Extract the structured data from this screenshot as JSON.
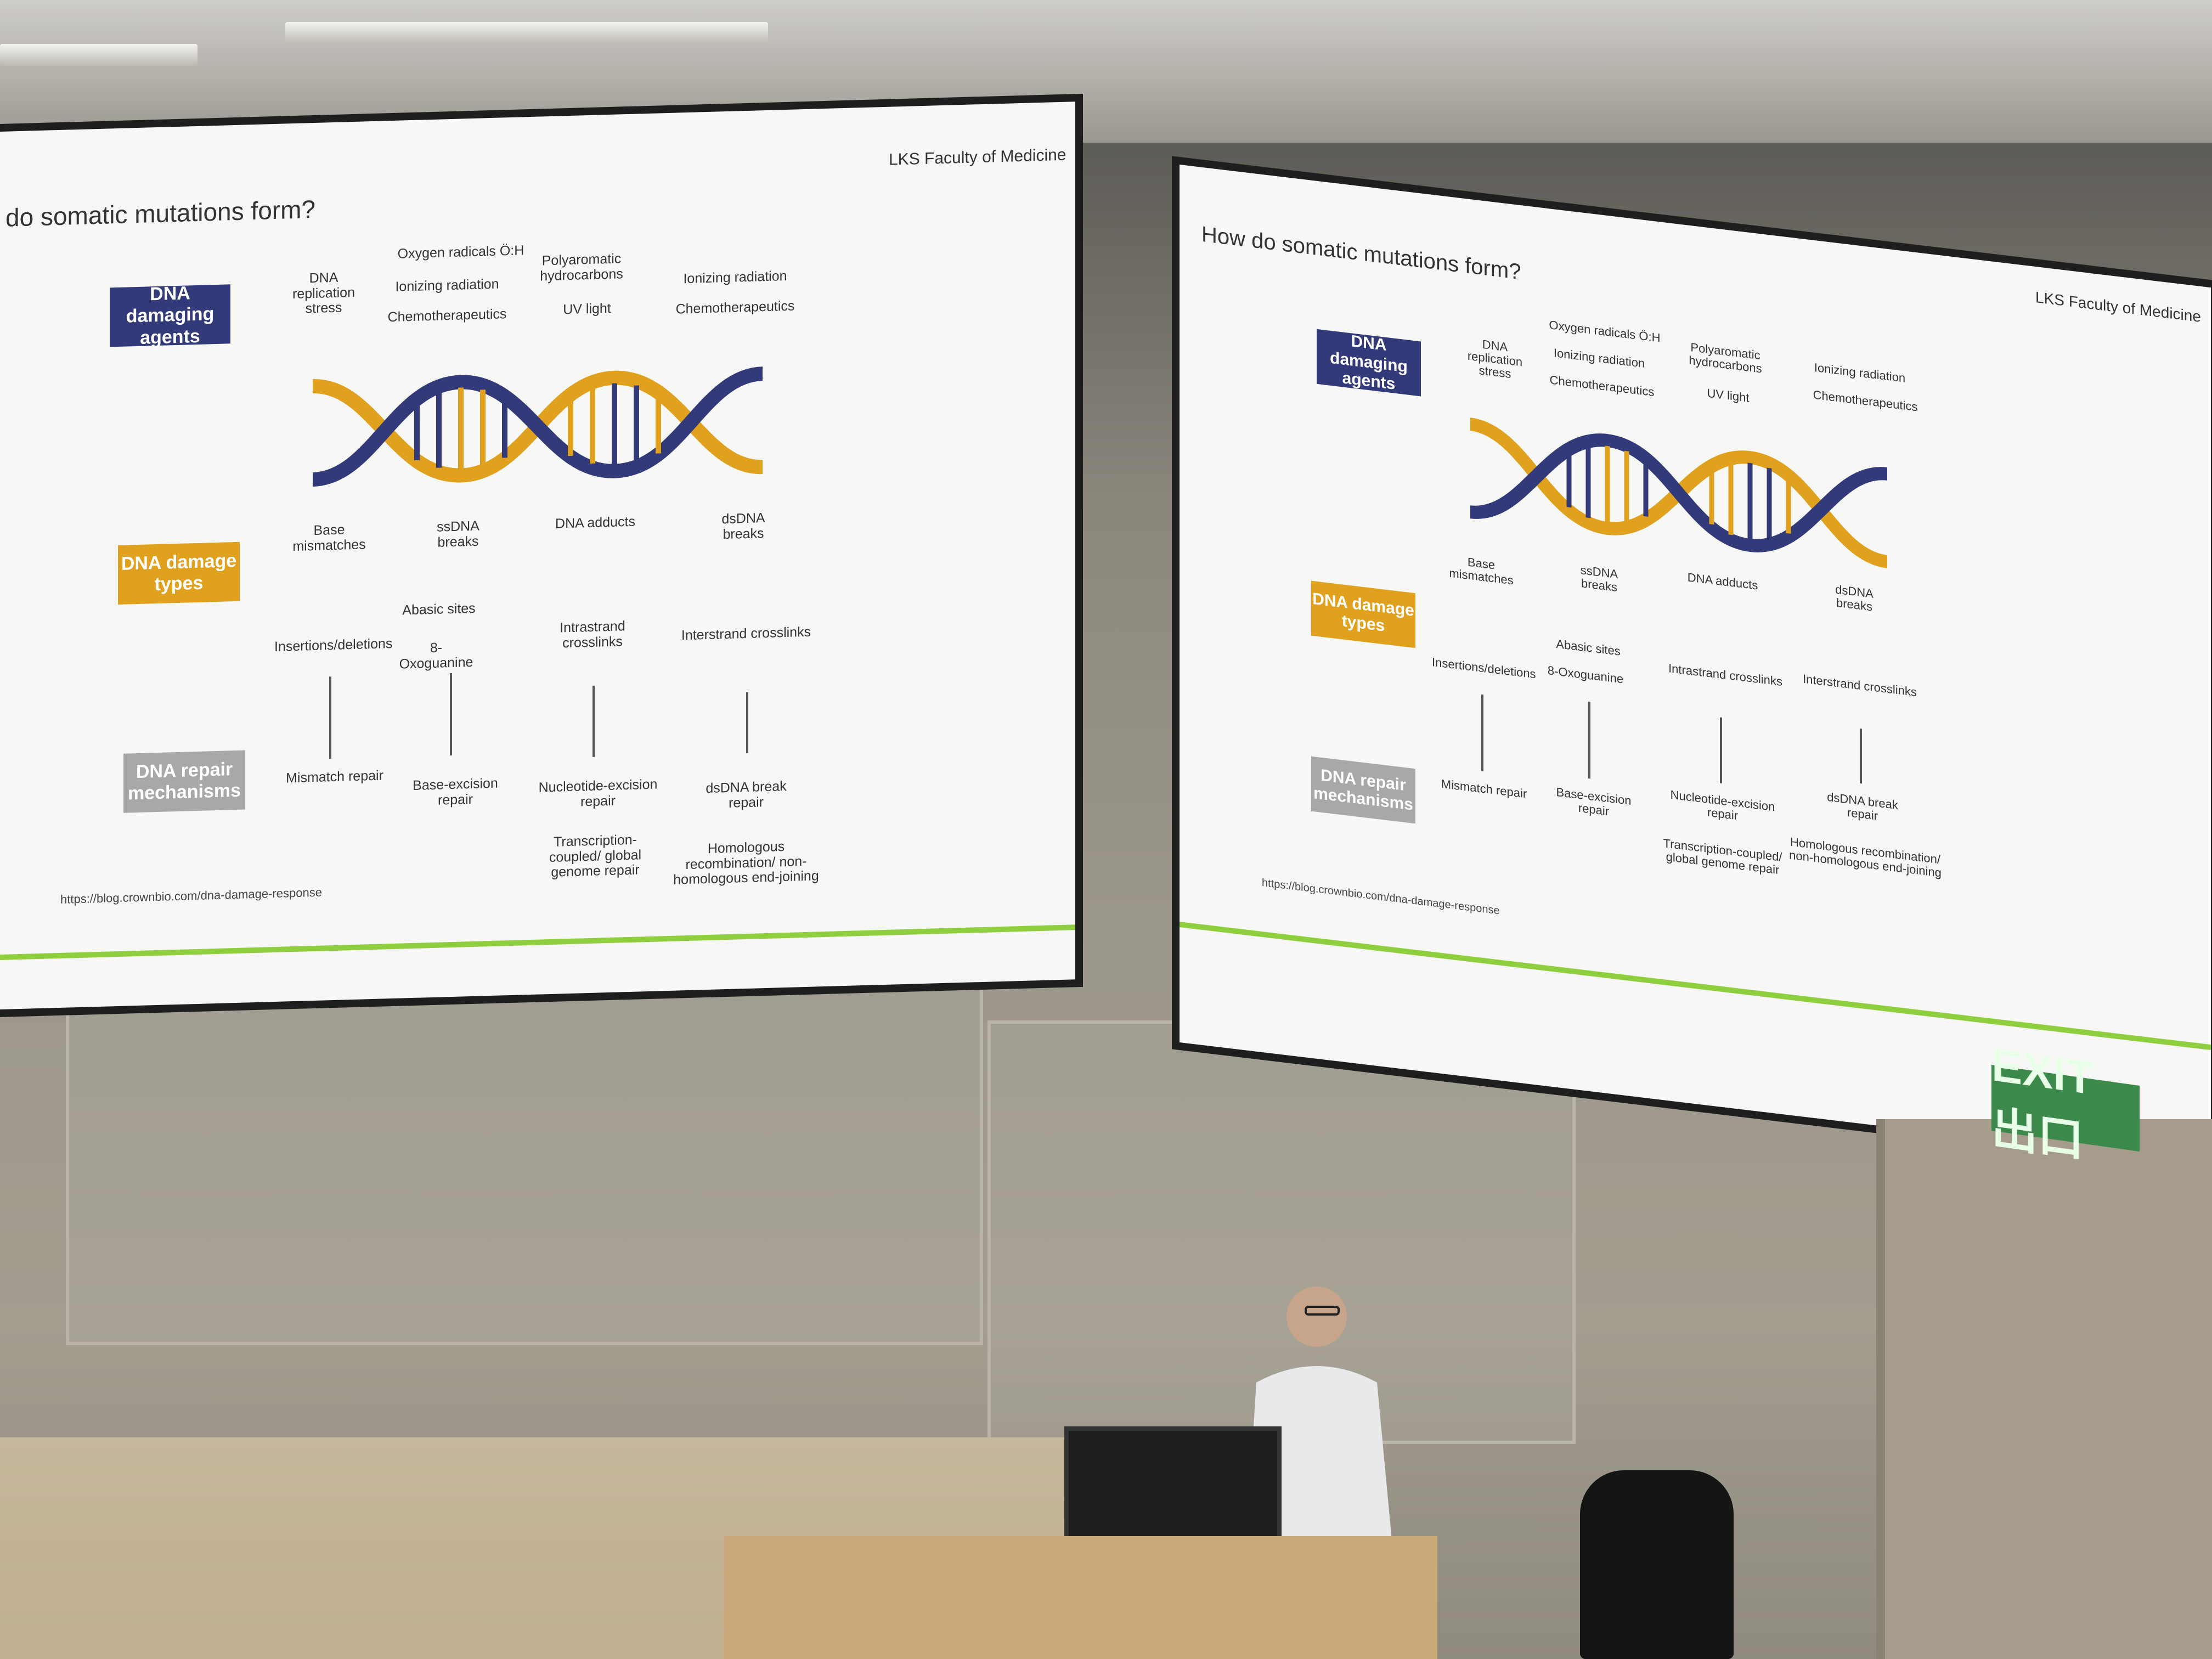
{
  "slide": {
    "title": "How do somatic mutations form?",
    "title_left_visible": "do somatic mutations form?",
    "brand": "LKS Faculty of Medicine",
    "row_labels": {
      "agents": "DNA damaging agents",
      "types": "DNA damage types",
      "repair": "DNA repair mechanisms"
    },
    "agents": {
      "replication": "DNA replication stress",
      "oxygen": "Oxygen radicals Ö:H",
      "ionizing1": "Ionizing radiation",
      "chemo1": "Chemotherapeutics",
      "polyaromatic": "Polyaromatic hydrocarbons",
      "uv": "UV light",
      "ionizing2": "Ionizing radiation",
      "chemo2": "Chemotherapeutics"
    },
    "damage": {
      "base_mismatches": "Base mismatches",
      "ssdna": "ssDNA breaks",
      "adducts": "DNA adducts",
      "dsdna": "dsDNA breaks",
      "abasic": "Abasic sites",
      "indels": "Insertions/deletions",
      "oxoguanine": "8-Oxoguanine",
      "intrastrand": "Intrastrand crosslinks",
      "interstrand": "Interstrand crosslinks"
    },
    "repair": {
      "mismatch": "Mismatch repair",
      "base_excision": "Base-excision repair",
      "nucleotide_excision": "Nucleotide-excision repair",
      "dsdna_break": "dsDNA break repair",
      "tc_global": "Transcription-coupled/ global genome repair",
      "hr_nhej": "Homologous recombination/ non-homologous end-joining"
    },
    "source_url": "https://blog.crownbio.com/dna-damage-response"
  },
  "room": {
    "exit_sign": "EXIT 出口"
  },
  "colors": {
    "navy": "#333a7a",
    "gold": "#e0a21e",
    "gray": "#a8a8a8",
    "accent_green": "#8fcf3f"
  }
}
